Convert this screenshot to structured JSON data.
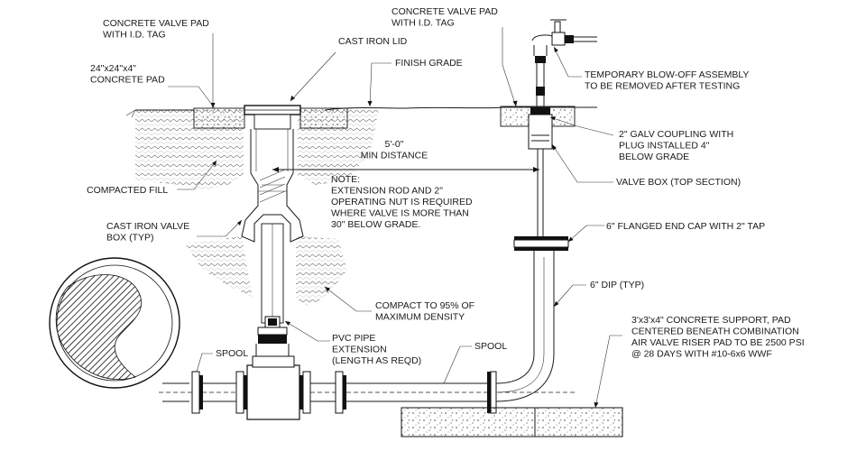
{
  "labels": {
    "concrete_valve_pad_left": [
      "CONCRETE VALVE PAD",
      "WITH I.D. TAG"
    ],
    "cast_iron_lid": [
      "CAST IRON LID"
    ],
    "concrete_pad_24": [
      "24\"x24\"x4\"",
      "CONCRETE PAD"
    ],
    "finish_grade": [
      "FINISH GRADE"
    ],
    "concrete_valve_pad_right": [
      "CONCRETE VALVE PAD",
      "WITH I.D. TAG"
    ],
    "temp_blowoff": [
      "TEMPORARY BLOW-OFF ASSEMBLY",
      "TO BE REMOVED AFTER TESTING"
    ],
    "min_distance": [
      "5'-0\"",
      "MIN DISTANCE"
    ],
    "galv_coupling": [
      "2\" GALV COUPLING WITH",
      "PLUG INSTALLED 4\"",
      "BELOW GRADE"
    ],
    "compacted_fill": [
      "COMPACTED FILL"
    ],
    "note": [
      "NOTE:",
      "EXTENSION ROD AND 2\"",
      "OPERATING NUT IS REQUIRED",
      "WHERE VALVE IS MORE THAN",
      "30\" BELOW GRADE."
    ],
    "valve_box_top": [
      "VALVE BOX (TOP SECTION)"
    ],
    "cast_iron_valve_box": [
      "CAST IRON VALVE",
      "BOX (TYP)"
    ],
    "flanged_end_cap": [
      "6\" FLANGED END CAP WITH 2\" TAP"
    ],
    "dip_typ": [
      "6\" DIP (TYP)"
    ],
    "compact_95": [
      "COMPACT TO 95% OF",
      "MAXIMUM DENSITY"
    ],
    "concrete_support": [
      "3'x3'x4\" CONCRETE SUPPORT, PAD",
      "CENTERED  BENEATH COMBINATION",
      "AIR VALVE RISER PAD TO BE 2500 PSI",
      "@ 28 DAYS WITH #10-6x6 WWF"
    ],
    "spool_left": [
      "SPOOL"
    ],
    "pvc_pipe": [
      "PVC PIPE",
      "EXTENSION",
      "(LENGTH AS REQD)"
    ],
    "spool_right": [
      "SPOOL"
    ]
  }
}
